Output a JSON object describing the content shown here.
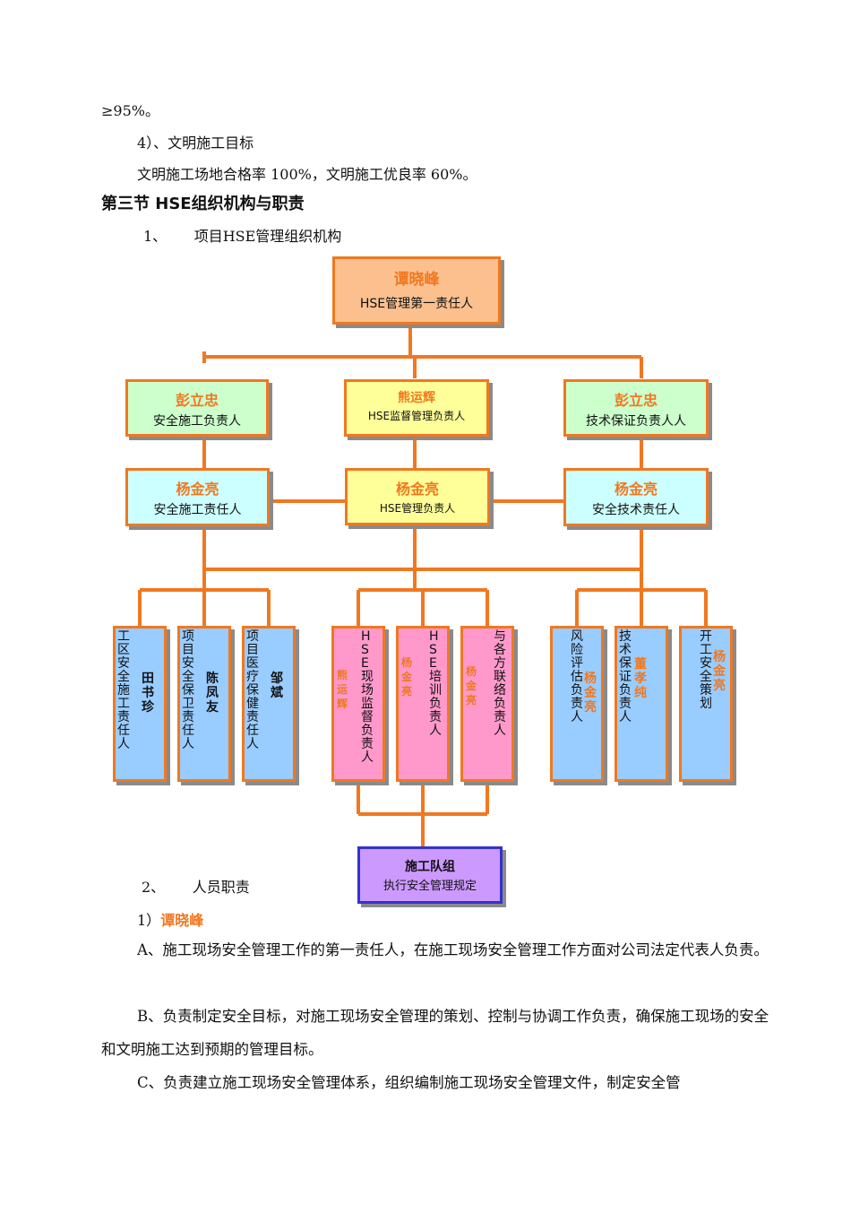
{
  "text": {
    "l1": "≥95%。",
    "l2": "4）、文明施工目标",
    "l3": "文明施工场地合格率 100%，文明施工优良率 60%。",
    "section": "第三节 HSE组织机构与职责",
    "sub1": "1、      项目HSE管理组织机构",
    "sub2": "2、      人员职责",
    "p1_label": "1）",
    "p1_name": "谭晓峰",
    "pA": "A、施工现场安全管理工作的第一责任人，在施工现场安全管理工作方面对公司法定代表人负责。",
    "pB": "B、负责制定安全目标，对施工现场安全管理的策划、控制与协调工作负责，确保施工现场的安全和文明施工达到预期的管理目标。",
    "pC": "C、负责建立施工现场安全管理体系，组织编制施工现场安全管理文件，制定安全管"
  },
  "org": {
    "top": {
      "name": "谭晓峰",
      "role": "HSE管理第一责任人"
    },
    "row2": [
      {
        "name": "彭立忠",
        "role": "安全施工负责人"
      },
      {
        "name": "熊运辉",
        "role": "HSE监督管理负责人"
      },
      {
        "name": "彭立忠",
        "role": "技术保证负责人人"
      }
    ],
    "row3": [
      {
        "name": "杨金亮",
        "role": "安全施工责任人"
      },
      {
        "name": "杨金亮",
        "role": "HSE管理负责人"
      },
      {
        "name": "杨金亮",
        "role": "安全技术责任人"
      }
    ],
    "row4": [
      {
        "role": "工区安全施工责任人",
        "name": "田书珍"
      },
      {
        "role": "项目安全保卫责任人",
        "name": "陈凤友"
      },
      {
        "role": "项目医疗保健责任人",
        "name": "邹斌"
      },
      {
        "role": "HSE现场监督负责人",
        "name": "熊运辉"
      },
      {
        "role": "HSE培训负责人",
        "name": "杨金亮"
      },
      {
        "role": "与各方联络负责人",
        "name": "杨金亮"
      },
      {
        "role": "风险评估负责人",
        "name": "杨金亮"
      },
      {
        "role": "技术保证负责人",
        "name": "董孝纯"
      },
      {
        "role": "开工安全策划",
        "name": "杨金亮"
      }
    ],
    "bottom": {
      "name": "施工队组",
      "role": "执行安全管理规定"
    }
  },
  "colors": {
    "line": "#f07820",
    "top_fill": "#fbc08e",
    "green_fill": "#ccffcc",
    "yellow_fill": "#ffff99",
    "cyan_fill": "#ccffff",
    "blue_fill": "#99ccff",
    "pink_fill": "#ff99cc",
    "purple_fill": "#cc99ff",
    "purple_border": "#3333cc"
  }
}
